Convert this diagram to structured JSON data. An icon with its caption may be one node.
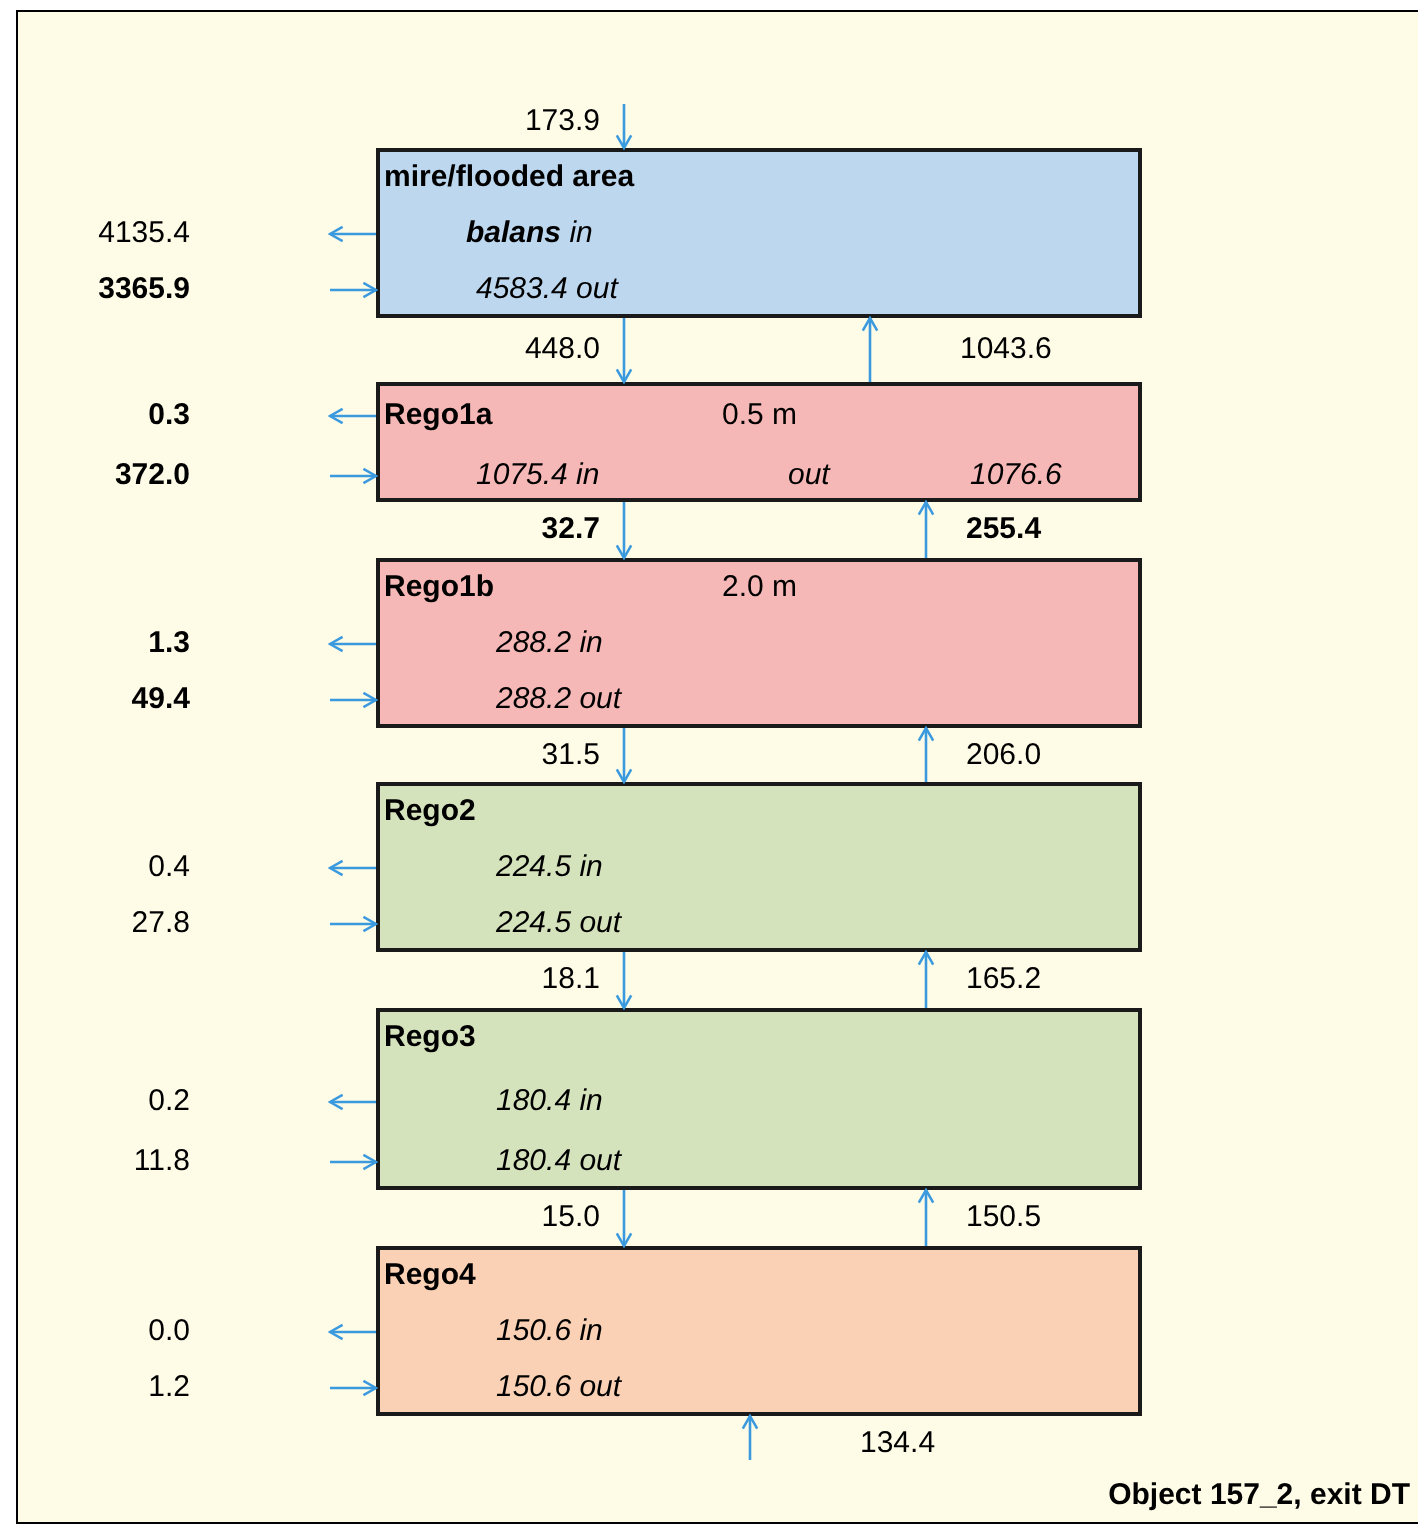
{
  "diagram": {
    "nodes": [
      {
        "text": [
          "mire/flooded area",
          "**balans** in",
          "4583.4 out"
        ]
      },
      {
        "text": [
          "Rego1a",
          "0.5 m",
          "1075.4 in",
          "out",
          "1076.6"
        ]
      },
      {
        "text": [
          "Rego1b",
          "2.0 m",
          "288.2 in",
          "288.2 out"
        ]
      },
      {
        "text": [
          "Rego2",
          "224.5 in",
          "224.5 out"
        ]
      },
      {
        "text": [
          "Rego3",
          "180.4 in",
          "180.4 out"
        ]
      },
      {
        "text": [
          "Rego4",
          "150.6 in",
          "150.6 out"
        ]
      }
    ],
    "edges": [
      {
        "from": null,
        "to": 0,
        "arrow": "to",
        "label": "173.9"
      },
      {
        "from": 0,
        "to": null,
        "arrow": "to",
        "label": "4135.4"
      },
      {
        "from": null,
        "to": 0,
        "arrow": "to",
        "label": "**3365.9**"
      },
      {
        "from": 0,
        "to": 1,
        "arrow": "to",
        "label": "448.0"
      },
      {
        "from": 1,
        "to": 0,
        "arrow": "to",
        "label": "1043.6"
      },
      {
        "from": 1,
        "to": null,
        "arrow": "to",
        "label": "**0.3**"
      },
      {
        "from": null,
        "to": 1,
        "arrow": "to",
        "label": "**372.0**"
      },
      {
        "from": 1,
        "to": 2,
        "arrow": "to",
        "label": "**32.7**"
      },
      {
        "from": 2,
        "to": 1,
        "arrow": "to",
        "label": "**255.4**"
      },
      {
        "from": 2,
        "to": null,
        "arrow": "to",
        "label": "**1.3**"
      },
      {
        "from": null,
        "to": 2,
        "arrow": "to",
        "label": "**49.4**"
      },
      {
        "from": 2,
        "to": 3,
        "arrow": "to",
        "label": "31.5"
      },
      {
        "from": 3,
        "to": 2,
        "arrow": "to",
        "label": "206.0"
      },
      {
        "from": 3,
        "to": null,
        "arrow": "to",
        "label": "0.4"
      },
      {
        "from": null,
        "to": 3,
        "arrow": "to",
        "label": "27.8"
      },
      {
        "from": 3,
        "to": 4,
        "arrow": "to",
        "label": "18.1"
      },
      {
        "from": 4,
        "to": 3,
        "arrow": "to",
        "label": "165.2"
      },
      {
        "from": 4,
        "to": null,
        "arrow": "to",
        "label": "0.2"
      },
      {
        "from": null,
        "to": 4,
        "arrow": "to",
        "label": "11.8"
      },
      {
        "from": 4,
        "to": 5,
        "arrow": "to",
        "label": "15.0"
      },
      {
        "from": 5,
        "to": 4,
        "arrow": "to",
        "label": "150.5"
      },
      {
        "from": 5,
        "to": null,
        "arrow": "to",
        "label": "0.0"
      },
      {
        "from": null,
        "to": 5,
        "arrow": "to",
        "label": "1.2"
      },
      {
        "from": null,
        "to": 5,
        "arrow": "to",
        "label": "134.4"
      }
    ],
    "labels": [
      "Object 157_2, exit DT"
    ]
  }
}
